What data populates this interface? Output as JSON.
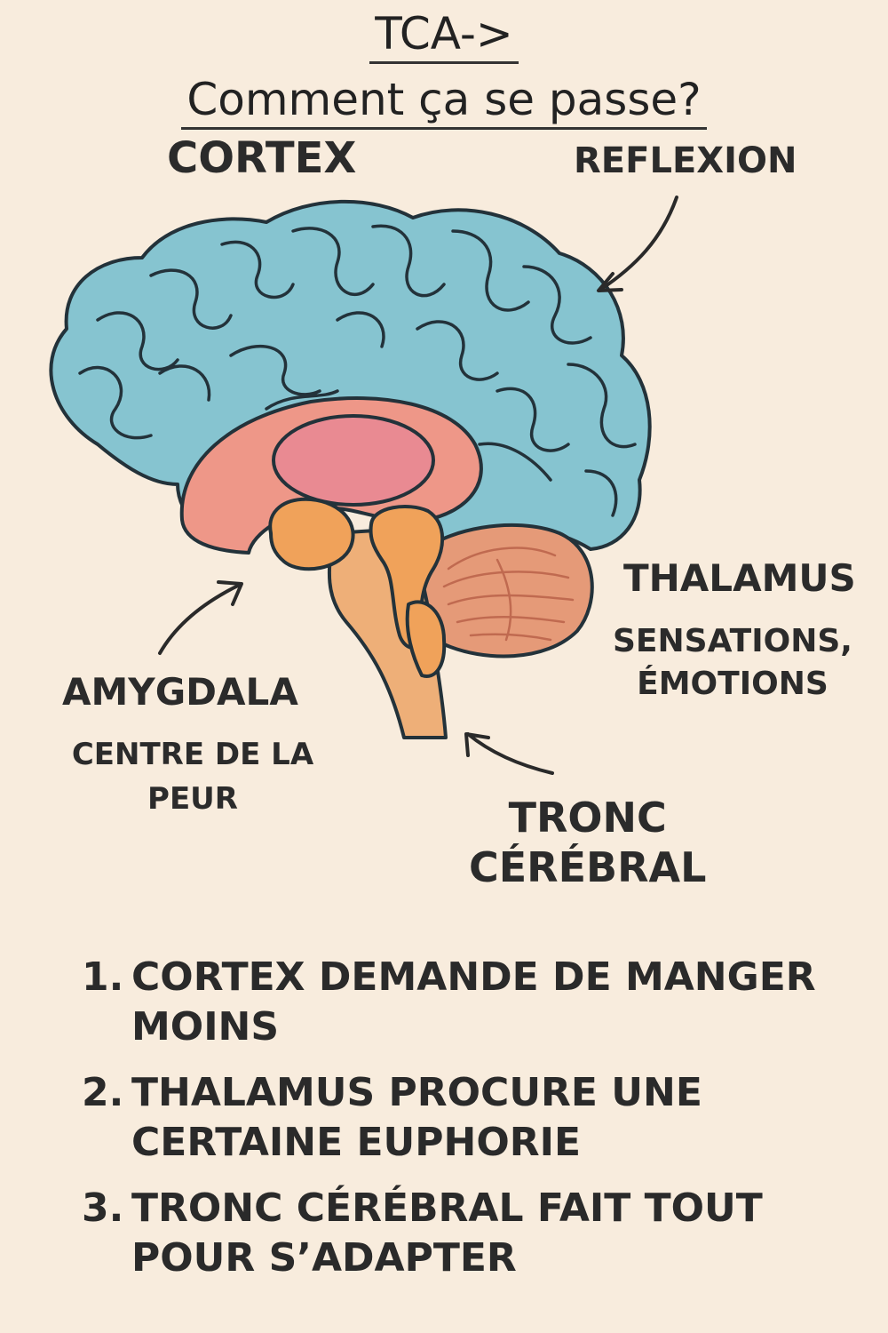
{
  "title": {
    "line1": "TCA->",
    "line2": "Comment ça se passe?"
  },
  "labels": {
    "cortex": "CORTEX",
    "reflexion": "REFLEXION",
    "thalamus": "THALAMUS",
    "thalamus_desc_1": "SENSATIONS,",
    "thalamus_desc_2": "ÉMOTIONS",
    "amygdala": "AMYGDALA",
    "amygdala_desc_1": "CENTRE DE LA",
    "amygdala_desc_2": "PEUR",
    "tronc_1": "TRONC",
    "tronc_2": "CÉRÉBRAL"
  },
  "steps": [
    {
      "num": "1.",
      "line1": "CORTEX DEMANDE DE MANGER",
      "line2": "MOINS"
    },
    {
      "num": "2.",
      "line1": "THALAMUS PROCURE UNE",
      "line2": "CERTAINE EUPHORIE"
    },
    {
      "num": "3.",
      "line1": "TRONC CÉRÉBRAL FAIT TOUT",
      "line2": "POUR S’ADAPTER"
    }
  ],
  "colors": {
    "background": "#f8ecdd",
    "cortex": "#86c4d0",
    "limbic_outer": "#ee9788",
    "limbic_inner": "#e98a92",
    "thalamus": "#f0a25a",
    "stem": "#eeaf78",
    "cerebellum": "#e59a78",
    "outline": "#23323a"
  }
}
